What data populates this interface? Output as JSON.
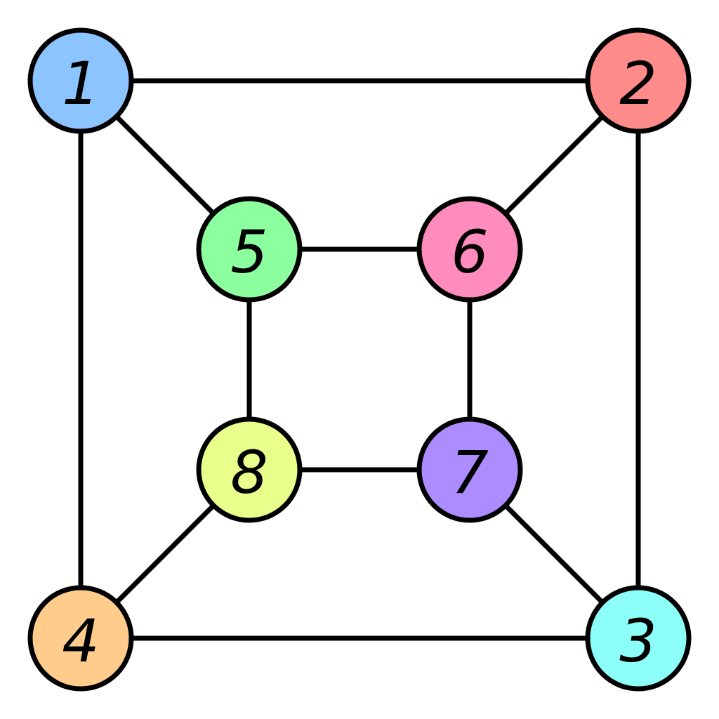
{
  "graph": {
    "nodes": [
      {
        "id": "1",
        "label": "1",
        "color": "#8CC4FF"
      },
      {
        "id": "2",
        "label": "2",
        "color": "#FF8C8A"
      },
      {
        "id": "3",
        "label": "3",
        "color": "#8CFFF9"
      },
      {
        "id": "4",
        "label": "4",
        "color": "#FFCC8C"
      },
      {
        "id": "5",
        "label": "5",
        "color": "#8CFF9E"
      },
      {
        "id": "6",
        "label": "6",
        "color": "#FF8CBC"
      },
      {
        "id": "7",
        "label": "7",
        "color": "#AD8CFF"
      },
      {
        "id": "8",
        "label": "8",
        "color": "#E8FF8C"
      }
    ],
    "edges": [
      [
        "1",
        "2"
      ],
      [
        "2",
        "3"
      ],
      [
        "3",
        "4"
      ],
      [
        "4",
        "1"
      ],
      [
        "1",
        "5"
      ],
      [
        "2",
        "6"
      ],
      [
        "3",
        "7"
      ],
      [
        "4",
        "8"
      ],
      [
        "5",
        "6"
      ],
      [
        "6",
        "7"
      ],
      [
        "7",
        "8"
      ],
      [
        "8",
        "5"
      ]
    ]
  }
}
